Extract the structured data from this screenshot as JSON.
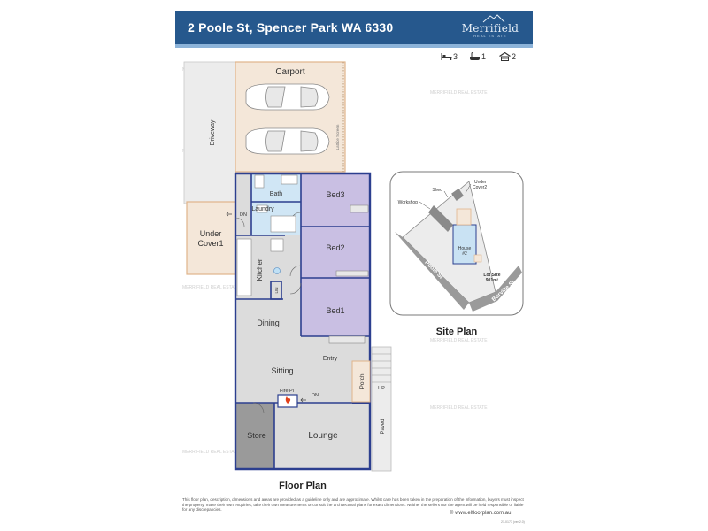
{
  "header": {
    "address": "2 Poole St, Spencer Park WA 6330",
    "brand_name": "Merrifield",
    "brand_sub": "REAL ESTATE"
  },
  "stats": {
    "beds": "3",
    "baths": "1",
    "garages": "2"
  },
  "floor_plan": {
    "caption": "Floor Plan",
    "rooms": {
      "carport": "Carport",
      "driveway": "Driveway",
      "lattice_screen": "Lattice Screen",
      "bath": "Bath",
      "laundry": "Laundry",
      "bed3": "Bed3",
      "bed2": "Bed2",
      "bed1": "Bed1",
      "under_cover_1": "Under",
      "under_cover_2": "Cover1",
      "kitchen": "Kitchen",
      "dining": "Dining",
      "sitting": "Sitting",
      "entry": "Entry",
      "porch": "Porch",
      "fire_place": "Fire Pl",
      "store": "Store",
      "lounge": "Lounge",
      "paved": "Paved",
      "up": "UP",
      "down_1": "DN",
      "down_2": "DN",
      "lin": "LIN"
    }
  },
  "site_plan": {
    "caption": "Site Plan",
    "shed": "Shed",
    "workshop": "Workshop",
    "under_cover_1": "Under",
    "under_cover_2": "Cover2",
    "house_1": "House",
    "house_2": "#2",
    "street_1": "Poole St",
    "street_2": "Burville St",
    "lot_size_label": "Lot Size",
    "lot_size_value": "901m²"
  },
  "footer": {
    "disclaimer": "This floor plan, description, dimensions and areas are provided as a guideline only and are approximate. Whilst care has been taken in the preparation of the information, buyers must inspect the property, make their own enquiries, take their own measurements or consult the architectural plans for exact dimensions. Neither the sellers nor the agent will be held responsible or liable for any discrepancies.",
    "website": "© www.elfloorplan.com.au",
    "code": "21-0177 (ver 2.0)"
  },
  "watermark": "MERRIFIELD REAL ESTATE",
  "colors": {
    "header": "#26588d",
    "bedroom": "#c9bfe3",
    "outdoor": "#f4e7d9",
    "outdoor_edge": "#e0b48a",
    "wall": "#2c3f8f",
    "wet": "#d0e6f5",
    "store": "#9a9a9a",
    "living": "#dcdcdc"
  }
}
